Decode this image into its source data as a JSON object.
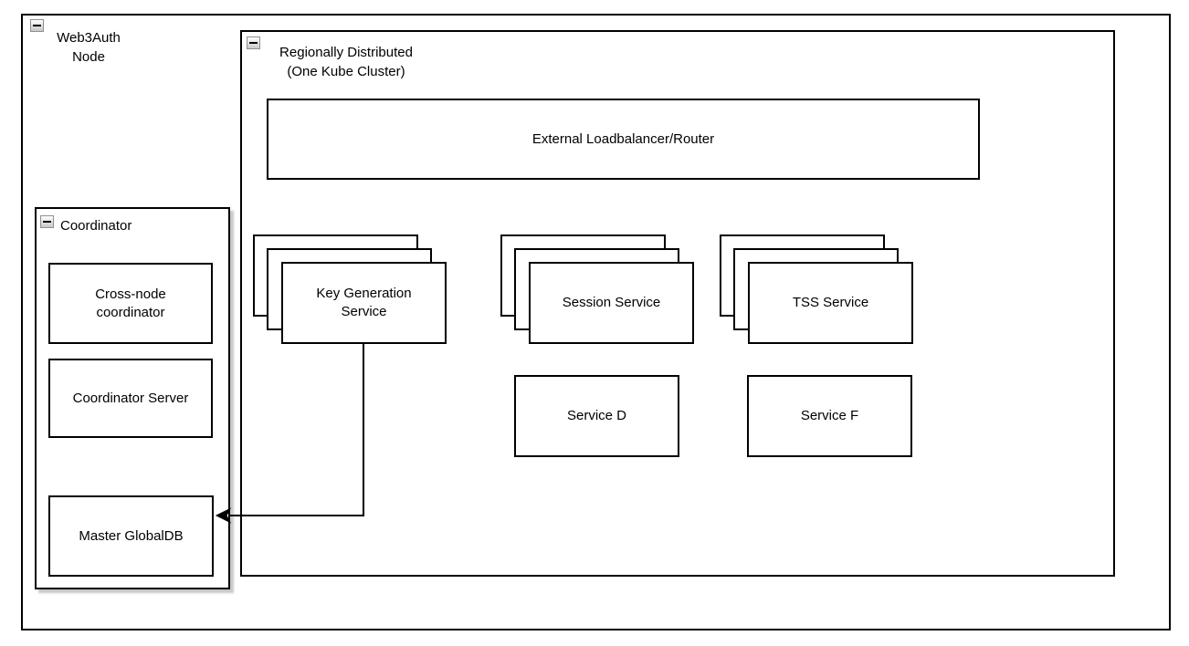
{
  "diagram": {
    "background": "#ffffff",
    "stroke_color": "#000000",
    "shadow_color": "#c9c9c9"
  },
  "containers": {
    "web3auth_node": {
      "line1": "Web3Auth",
      "line2": "Node",
      "collapse_icon": "minus-icon"
    },
    "regional": {
      "line1": "Regionally Distributed",
      "line2": "(One Kube Cluster)",
      "collapse_icon": "minus-icon"
    },
    "coordinator": {
      "label": "Coordinator",
      "collapse_icon": "minus-icon"
    }
  },
  "nodes": {
    "loadbalancer": "External Loadbalancer/Router",
    "key_generation": "Key Generation Service",
    "session": "Session Service",
    "tss": "TSS Service",
    "service_d": "Service D",
    "service_f": "Service F",
    "cross_node": "Cross-node coordinator",
    "coordinator_server": "Coordinator Server",
    "master_globaldb": "Master GlobalDB"
  }
}
